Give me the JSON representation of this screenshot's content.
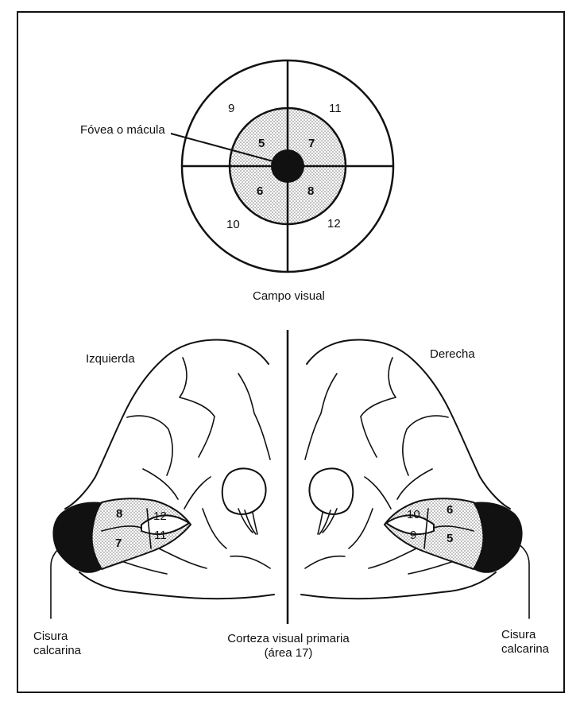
{
  "visual_field": {
    "label_fovea": "Fóvea o mácula",
    "caption": "Campo visual",
    "outer_numbers": {
      "upper_left": "9",
      "upper_right": "11",
      "lower_left": "10",
      "lower_right": "12"
    },
    "inner_numbers": {
      "upper_left": "5",
      "upper_right": "7",
      "lower_left": "6",
      "lower_right": "8"
    }
  },
  "brain": {
    "left_title": "Izquierda",
    "right_title": "Derecha",
    "left_regions": {
      "upper_inner": "8",
      "upper_outer": "12",
      "lower_inner": "7",
      "lower_outer": "11"
    },
    "right_regions": {
      "upper_outer": "10",
      "upper_inner": "6",
      "lower_outer": "9",
      "lower_inner": "5"
    },
    "left_fissure_line1": "Cisura",
    "left_fissure_line2": "calcarina",
    "right_fissure_line1": "Cisura",
    "right_fissure_line2": "calcarina",
    "cortex_line1": "Corteza visual primaria",
    "cortex_line2": "(área 17)"
  },
  "colors": {
    "ink": "#111111",
    "stipple": "#c8c8c8",
    "background": "#ffffff"
  }
}
